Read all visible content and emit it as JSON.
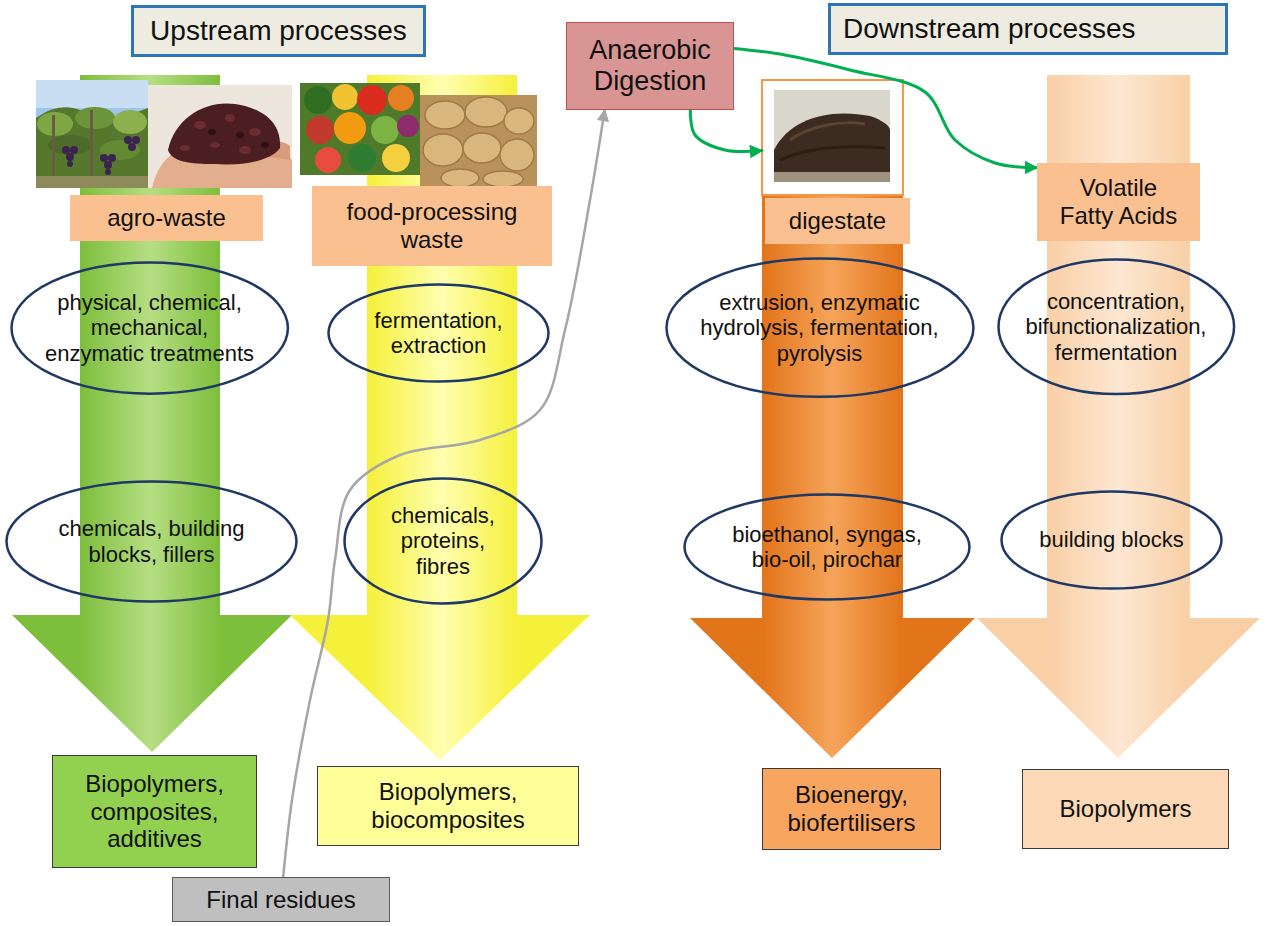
{
  "diagram": {
    "nodes": [
      {
        "text": [
          "Upstream processes"
        ]
      },
      {
        "text": [
          "Anaerobic Digestion"
        ]
      },
      {
        "text": [
          "Downstream processes"
        ]
      },
      {
        "text": [
          "agro-waste"
        ]
      },
      {
        "text": [
          "food-processing waste"
        ]
      },
      {
        "text": [
          "digestate"
        ]
      },
      {
        "text": [
          "Volatile Fatty Acids"
        ]
      },
      {
        "text": [
          "physical, chemical, mechanical, enzymatic treatments"
        ]
      },
      {
        "text": [
          "fermentation, extraction"
        ]
      },
      {
        "text": [
          "extrusion, enzymatic hydrolysis, fermentation, pyrolysis"
        ]
      },
      {
        "text": [
          "concentration, bifunctionalization, fermentation"
        ]
      },
      {
        "text": [
          "chemicals, building blocks, fillers"
        ]
      },
      {
        "text": [
          "chemicals, proteins, fibres"
        ]
      },
      {
        "text": [
          "bioethanol, syngas, bio-oil, pirochar"
        ]
      },
      {
        "text": [
          "building blocks"
        ]
      },
      {
        "text": [
          "Biopolymers, composites, additives"
        ]
      },
      {
        "text": [
          "Biopolymers, biocomposites"
        ]
      },
      {
        "text": [
          "Bioenergy, biofertilisers"
        ]
      },
      {
        "text": [
          "Biopolymers"
        ]
      },
      {
        "text": [
          "Final residues"
        ]
      }
    ],
    "edges": [
      {
        "from": 19,
        "to": 1,
        "arrow": "to"
      },
      {
        "from": 1,
        "to": 5,
        "arrow": "to"
      },
      {
        "from": 1,
        "to": 6,
        "arrow": "to"
      }
    ]
  }
}
